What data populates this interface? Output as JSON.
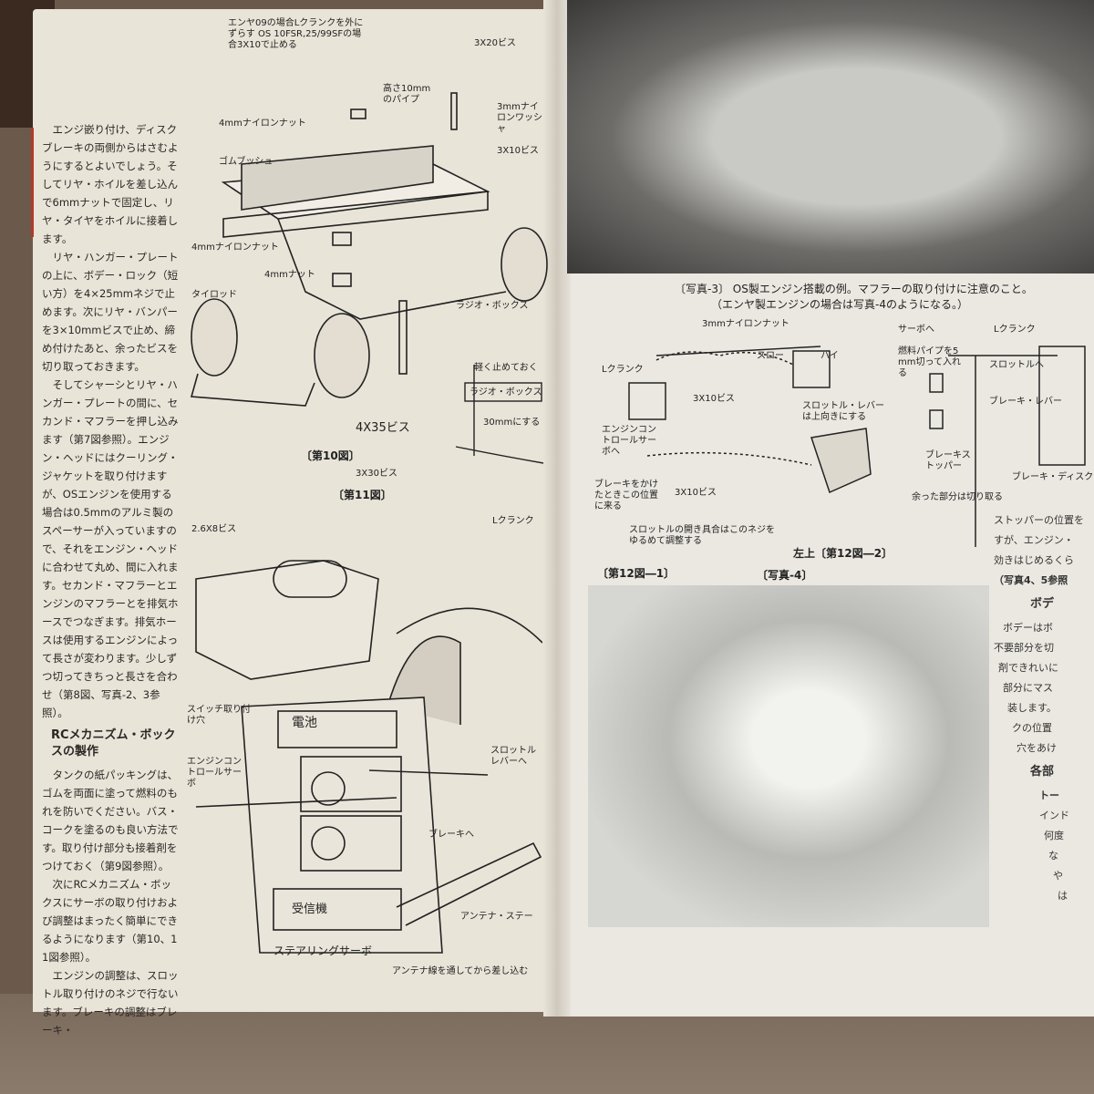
{
  "left_page": {
    "body_paragraphs": [
      "エンジ嵌り付け、ディスクブレーキの両側からはさむようにするとよいでしょう。そしてリヤ・ホイルを差し込んで6mmナットで固定し、リヤ・タイヤをホイルに接着します。",
      "リヤ・ハンガー・プレートの上に、ボデー・ロック（短い方）を4×25mmネジで止めます。次にリヤ・バンパーを3×10mmビスで止め、締め付けたあと、余ったビスを切り取っておきます。",
      "そしてシャーシとリヤ・ハンガー・プレートの間に、セカンド・マフラーを押し込みます（第7図参照）。エンジン・ヘッドにはクーリング・ジャケットを取り付けますが、OSエンジンを使用する場合は0.5mmのアルミ製のスペーサーが入っていますので、それをエンジン・ヘッドに合わせて丸め、間に入れます。セカンド・マフラーとエンジンのマフラーとを排気ホースでつなぎます。排気ホースは使用するエンジンによって長さが変わります。少しずつ切ってきちっと長さを合わせ（第8図、写真-2、3参照）。"
    ],
    "section_heading": "RCメカニズム・ボックスの製作",
    "body_paragraphs_2": [
      "タンクの紙パッキングは、ゴムを両面に塗って燃料のもれを防いでください。バス・コークを塗るのも良い方法です。取り付け部分も接着剤をつけておく（第9図参照）。",
      "次にRCメカニズム・ボックスにサーボの取り付けおよび調整はまったく簡単にできるようになります（第10、11図参照）。",
      "エンジンの調整は、スロットル取り付けのネジで行ないます。ブレーキの調整はブレーキ・"
    ],
    "fig10": {
      "caption": "〔第10図〕",
      "labels": [
        "エンヤ09の場合Lクランクを外にずらす OS 10FSR,25/99SFの場合3X10で止める",
        "3X20ビス",
        "高さ10mmのパイプ",
        "3mmナイロンワッシャ",
        "3X10ビス",
        "4mmナイロンナット",
        "ゴムブッシュ",
        "4mmナイロンナット",
        "4mmナット",
        "タイロッド",
        "ラジオ・ボックス",
        "4X35ビス"
      ]
    },
    "fig11": {
      "caption": "〔第11図〕",
      "labels": [
        "軽く止めておく",
        "ラジオ・ボックス",
        "30mmにする"
      ]
    },
    "fig_lower": {
      "labels": [
        "2.6X8ビス",
        "3X30ビス",
        "Lクランク",
        "スイッチ取り付け穴",
        "電池",
        "エンジンコントロールサーボ",
        "スロットルレバーへ",
        "ブレーキへ",
        "受信機",
        "アンテナ・ステー",
        "ステアリングサーボ",
        "アンテナ線を通してから差し込む"
      ]
    }
  },
  "right_page": {
    "photo3_caption": "〔写真-3〕 OS製エンジン搭載の例。マフラーの取り付けに注意のこと。",
    "photo3_caption_2": "（エンヤ製エンジンの場合は写真-4のようになる。）",
    "fig12": {
      "labels_1": [
        "3mmナイロンナット",
        "スロー",
        "ハイ",
        "3X10ビス",
        "スロットル・レバーは上向きにする",
        "Lクランク",
        "エンジンコントロールサーボへ",
        "ブレーキをかけたときこの位置に来る",
        "3X10ビス",
        "スロットルの開き具合はこのネジをゆるめて調整する"
      ],
      "labels_2": [
        "サーボへ",
        "Lクランク",
        "燃料パイプを5mm切って入れる",
        "スロットルへ",
        "ブレーキ・レバー",
        "ブレーキ・ディスク",
        "ブレーキストッパー",
        "余った部分は切り取る"
      ],
      "caption_1": "〔第12図―1〕",
      "caption_2": "左上〔第12図―2〕"
    },
    "photo4_caption": "〔写真-4〕",
    "right_col": {
      "lines_top": [
        "ストッパーの位置を",
        "すが、エンジン・",
        "効きはじめるくら",
        "（写真4、5参照"
      ],
      "heading_1": "ボデ",
      "lines_mid": [
        "ボデーはボ",
        "不要部分を切",
        "剤できれいに",
        "部分にマス",
        "装します。",
        "クの位置",
        "穴をあけ"
      ],
      "heading_2": "各部",
      "sub_heading": "トー",
      "lines_bottom": [
        "インド",
        "何度",
        "な",
        "や",
        "は"
      ]
    }
  }
}
